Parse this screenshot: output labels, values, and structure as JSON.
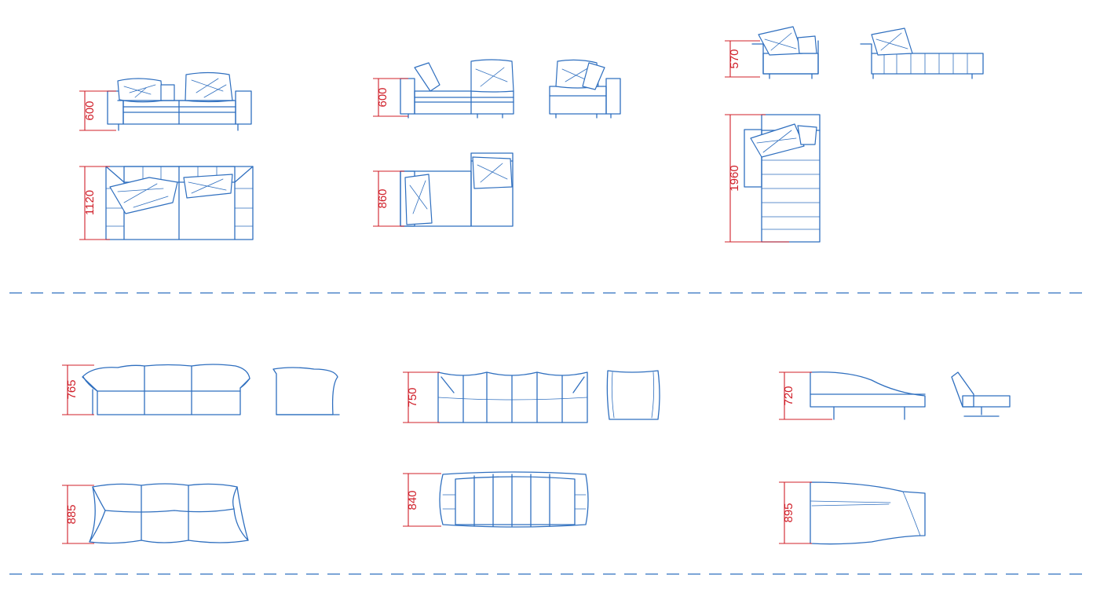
{
  "colors": {
    "line": "#2f6fbf",
    "dimension": "#d0202a",
    "background": "#ffffff"
  },
  "dimensions": {
    "sofa_a_elevation": "600",
    "sofa_a_plan": "1120",
    "sofa_b_elevation": "600",
    "sofa_b_plan": "860",
    "chaise_c_elevation": "570",
    "chaise_c_plan": "1960",
    "sofa_d_elevation": "765",
    "sofa_d_plan": "885",
    "sofa_e_elevation": "750",
    "sofa_e_plan": "840",
    "chaise_f_elevation": "720",
    "chaise_f_plan": "895"
  }
}
